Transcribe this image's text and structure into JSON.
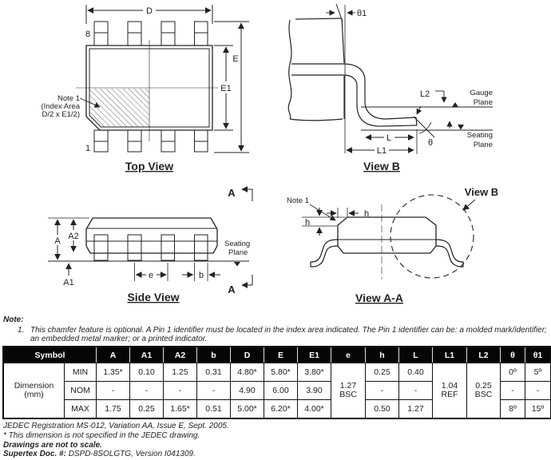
{
  "top_view": {
    "caption": "Top View",
    "dim_d": "D",
    "dim_e": "E",
    "dim_e1": "E1",
    "pin8": "8",
    "pin1": "1",
    "note1_l1": "Note 1",
    "note1_l2": "(Index Area",
    "note1_l3": "D/2 x E1/2)"
  },
  "view_b": {
    "caption": "View B",
    "theta1": "θ1",
    "l2": "L2",
    "l": "L",
    "l1": "L1",
    "theta": "θ",
    "gauge_1": "Gauge",
    "gauge_2": "Plane",
    "seating_1": "Seating",
    "seating_2": "Plane"
  },
  "side_view": {
    "caption": "Side View",
    "a": "A",
    "a2": "A2",
    "a1": "A1",
    "e": "e",
    "b": "b",
    "seating_1": "Seating",
    "seating_2": "Plane",
    "section_top": "A",
    "section_bottom": "A"
  },
  "view_aa": {
    "caption": "View A-A",
    "view_b_label": "View B",
    "note1": "Note 1",
    "h_horiz": "h",
    "h_vert": "h"
  },
  "note": {
    "title": "Note:",
    "item_no": "1.",
    "text": "This chamfer feature is optional. A Pin 1 identifier must be located in the index area indicated. The Pin 1 identifier can be: a molded mark/identifier; an embedded metal marker; or a printed indicator."
  },
  "table": {
    "headers": [
      "Symbol",
      "A",
      "A1",
      "A2",
      "b",
      "D",
      "E",
      "E1",
      "e",
      "h",
      "L",
      "L1",
      "L2",
      "θ",
      "θ1"
    ],
    "group_label": "Dimension (mm)",
    "rows": [
      {
        "label": "MIN",
        "cells": [
          "1.35*",
          "0.10",
          "1.25",
          "0.31",
          "4.80*",
          "5.80*",
          "3.80*",
          "0.25",
          "0.40",
          "0º",
          "5º"
        ]
      },
      {
        "label": "NOM",
        "cells": [
          "-",
          "-",
          "-",
          "-",
          "4.90",
          "6.00",
          "3.90",
          "-",
          "-",
          "-",
          "-"
        ]
      },
      {
        "label": "MAX",
        "cells": [
          "1.75",
          "0.25",
          "1.65*",
          "0.51",
          "5.00*",
          "6.20*",
          "4.00*",
          "0.50",
          "1.27",
          "8º",
          "15º"
        ]
      }
    ],
    "span_e": "1.27 BSC",
    "span_l1": "1.04 REF",
    "span_l2": "0.25 BSC"
  },
  "footer": {
    "line1": "JEDEC Registration MS-012, Variation AA, Issue E, Sept. 2005.",
    "line2": "* This dimension is not specified in the JEDEC drawing.",
    "line3": "Drawings are not to scale.",
    "line4_bold": "Supertex Doc. #:",
    "line4_rest": "DSPD-8SOLGTG, Version I041309."
  }
}
